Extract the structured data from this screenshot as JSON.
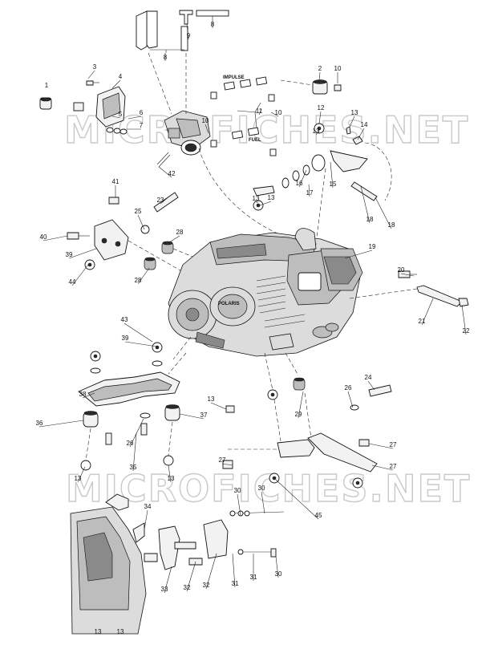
{
  "watermark": "MICROFICHES.NET",
  "hose_labels": {
    "impulse": "IMPULSE",
    "fuel": "FUEL"
  },
  "engine_label": "POLARIS",
  "callouts": [
    "1",
    "2",
    "3",
    "4",
    "5",
    "6",
    "7",
    "8",
    "8",
    "9",
    "10",
    "10",
    "10",
    "11",
    "12",
    "13",
    "14",
    "15",
    "16",
    "17",
    "18",
    "18",
    "19",
    "20",
    "21",
    "22",
    "23",
    "24",
    "25",
    "26",
    "26",
    "27",
    "27",
    "27",
    "28",
    "28",
    "29",
    "30",
    "30",
    "30",
    "31",
    "31",
    "32",
    "32",
    "33",
    "34",
    "35",
    "36",
    "37",
    "38",
    "39",
    "39",
    "40",
    "41",
    "42",
    "43",
    "44",
    "45",
    "13",
    "13",
    "13",
    "13",
    "13",
    "13",
    "13",
    "13"
  ],
  "colors": {
    "line": "#111111",
    "watermark": "#c9c9c9",
    "background": "#ffffff"
  }
}
